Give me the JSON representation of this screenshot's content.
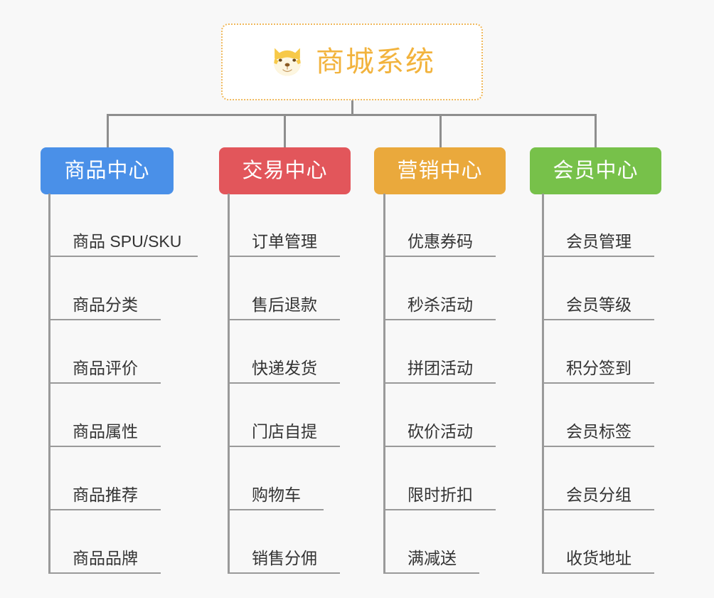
{
  "diagram": {
    "type": "org-chart",
    "background_color": "#f8f8f8",
    "connector_color": "#8e8e8e"
  },
  "root": {
    "title": "商城系统",
    "icon": "shiba-dog-icon",
    "border_color": "#f0b95c",
    "text_color": "#f2b33d",
    "background_color": "#ffffff"
  },
  "branches": [
    {
      "label": "商品中心",
      "color": "#4a90e8",
      "items": [
        "商品 SPU/SKU",
        "商品分类",
        "商品评价",
        "商品属性",
        "商品推荐",
        "商品品牌"
      ]
    },
    {
      "label": "交易中心",
      "color": "#e2565b",
      "items": [
        "订单管理",
        "售后退款",
        "快递发货",
        "门店自提",
        "购物车",
        "销售分佣"
      ]
    },
    {
      "label": "营销中心",
      "color": "#eaa93c",
      "items": [
        "优惠券码",
        "秒杀活动",
        "拼团活动",
        "砍价活动",
        "限时折扣",
        "满减送"
      ]
    },
    {
      "label": "会员中心",
      "color": "#77c14a",
      "items": [
        "会员管理",
        "会员等级",
        "积分签到",
        "会员标签",
        "会员分组",
        "收货地址"
      ]
    }
  ]
}
